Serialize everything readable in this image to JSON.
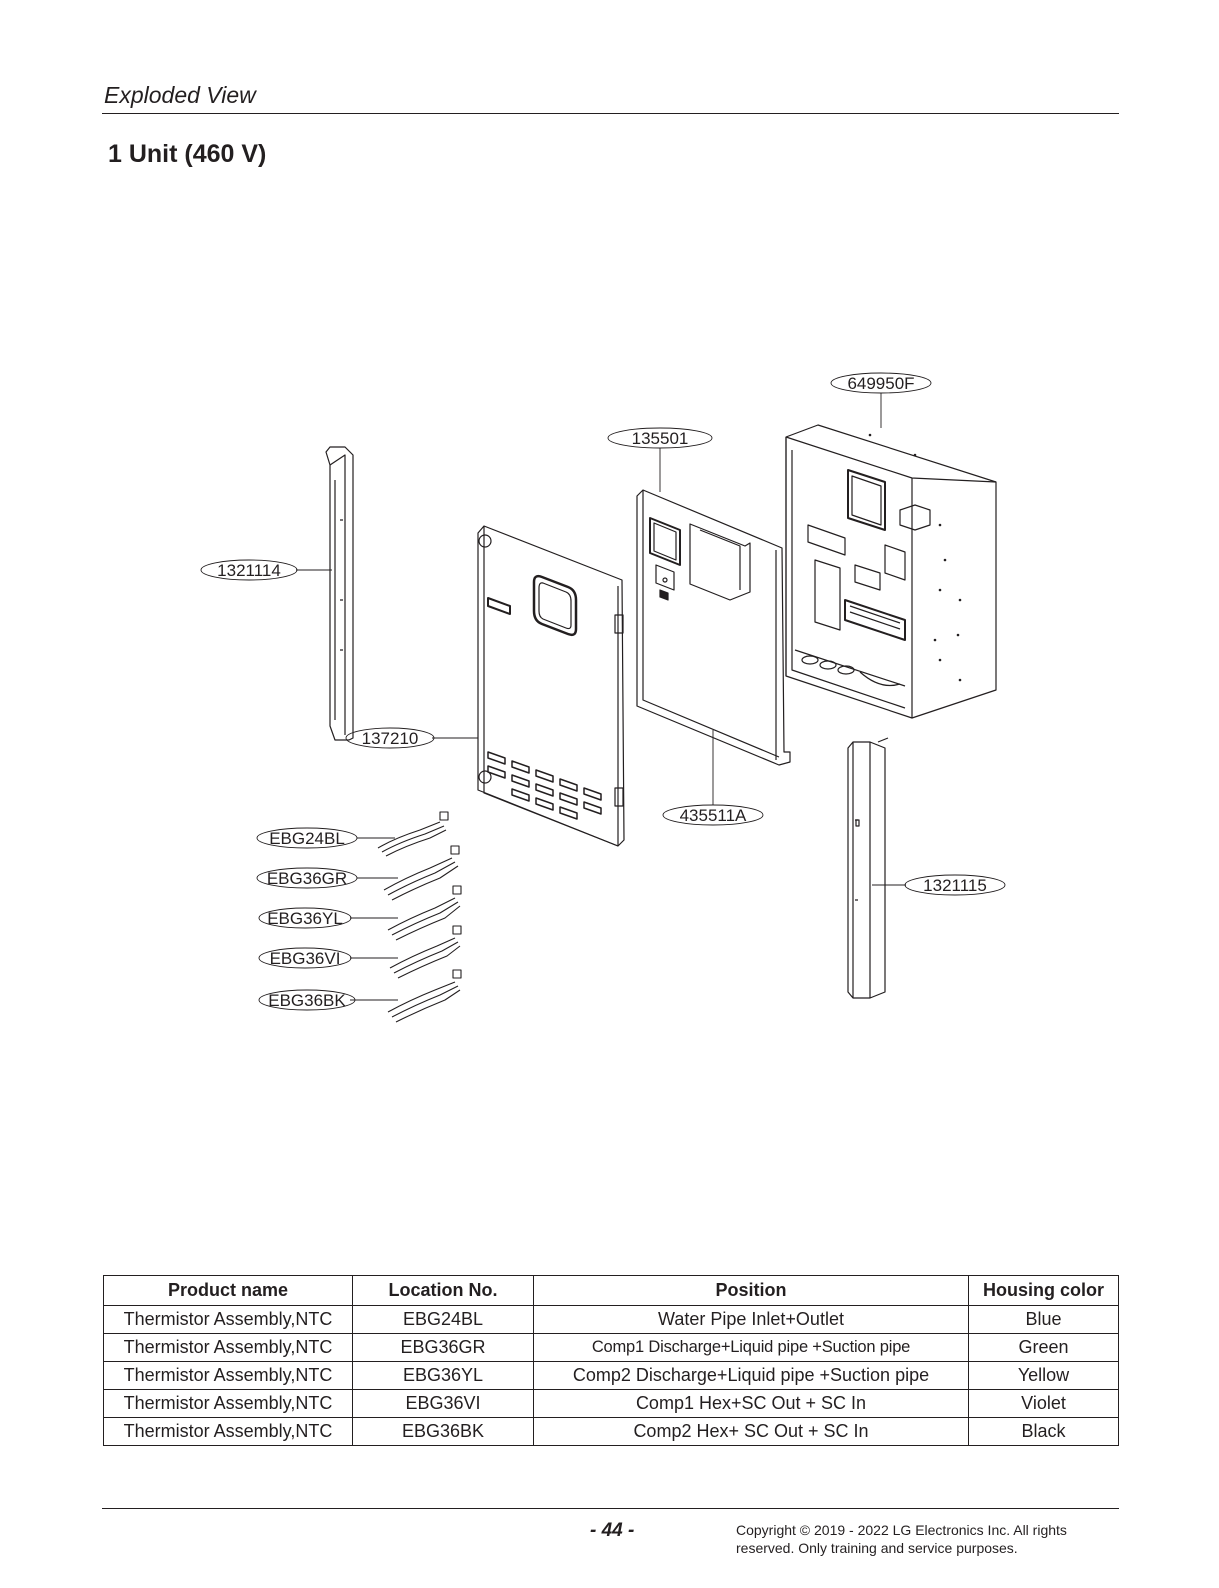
{
  "header": {
    "section_title": "Exploded View"
  },
  "page_title": "1 Unit (460 V)",
  "callouts": {
    "c649950F": "649950F",
    "c135501": "135501",
    "c1321114": "1321114",
    "c137210": "137210",
    "c435511A": "435511A",
    "c1321115": "1321115",
    "cEBG24BL": "EBG24BL",
    "cEBG36GR": "EBG36GR",
    "cEBG36YL": "EBG36YL",
    "cEBG36VI": "EBG36VI",
    "cEBG36BK": "EBG36BK"
  },
  "table": {
    "headers": [
      "Product name",
      "Location No.",
      "Position",
      "Housing color"
    ],
    "rows": [
      [
        "Thermistor Assembly,NTC",
        "EBG24BL",
        "Water Pipe Inlet+Outlet",
        "Blue"
      ],
      [
        "Thermistor Assembly,NTC",
        "EBG36GR",
        "Comp1 Discharge+Liquid pipe +Suction pipe",
        "Green"
      ],
      [
        "Thermistor Assembly,NTC",
        "EBG36YL",
        "Comp2 Discharge+Liquid pipe +Suction pipe",
        "Yellow"
      ],
      [
        "Thermistor Assembly,NTC",
        "EBG36VI",
        "Comp1 Hex+SC Out + SC In",
        "Violet"
      ],
      [
        "Thermistor Assembly,NTC",
        "EBG36BK",
        "Comp2 Hex+ SC Out + SC In",
        "Black"
      ]
    ]
  },
  "footer": {
    "page_number": "- 44 -",
    "copyright": "Copyright © 2019 - 2022 LG Electronics Inc. All rights reserved. Only training and service purposes."
  }
}
